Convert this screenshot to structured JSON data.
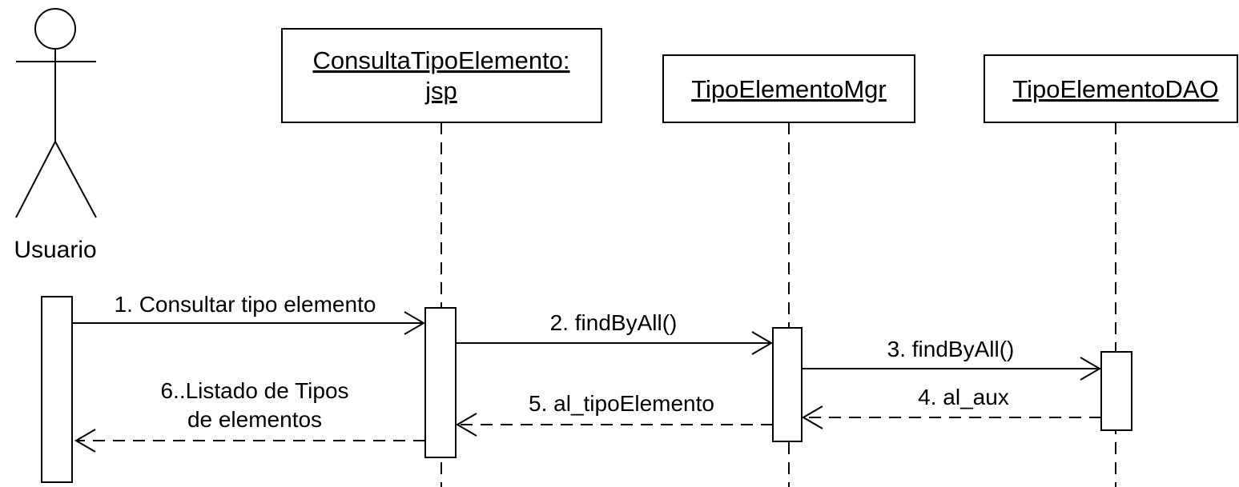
{
  "diagram": {
    "type": "sequence",
    "actor": {
      "label": "Usuario"
    },
    "lifelines": [
      {
        "id": "jsp",
        "label_lines": [
          "ConsultaTipoElemento:",
          "jsp"
        ]
      },
      {
        "id": "mgr",
        "label_lines": [
          "TipoElementoMgr"
        ]
      },
      {
        "id": "dao",
        "label_lines": [
          "TipoElementoDAO"
        ]
      }
    ],
    "messages": [
      {
        "id": "m1",
        "label_lines": [
          "1. Consultar tipo elemento"
        ],
        "from": "actor",
        "to": "jsp",
        "kind": "call"
      },
      {
        "id": "m2",
        "label_lines": [
          "2. findByAll()"
        ],
        "from": "jsp",
        "to": "mgr",
        "kind": "call"
      },
      {
        "id": "m3",
        "label_lines": [
          "3. findByAll()"
        ],
        "from": "mgr",
        "to": "dao",
        "kind": "call"
      },
      {
        "id": "m4",
        "label_lines": [
          "4. al_aux"
        ],
        "from": "dao",
        "to": "mgr",
        "kind": "return"
      },
      {
        "id": "m5",
        "label_lines": [
          "5. al_tipoElemento"
        ],
        "from": "mgr",
        "to": "jsp",
        "kind": "return"
      },
      {
        "id": "m6",
        "label_lines": [
          "6..Listado  de Tipos",
          "de elementos"
        ],
        "from": "jsp",
        "to": "actor",
        "kind": "return"
      }
    ],
    "colors": {
      "stroke": "#000000",
      "background": "#ffffff"
    }
  }
}
